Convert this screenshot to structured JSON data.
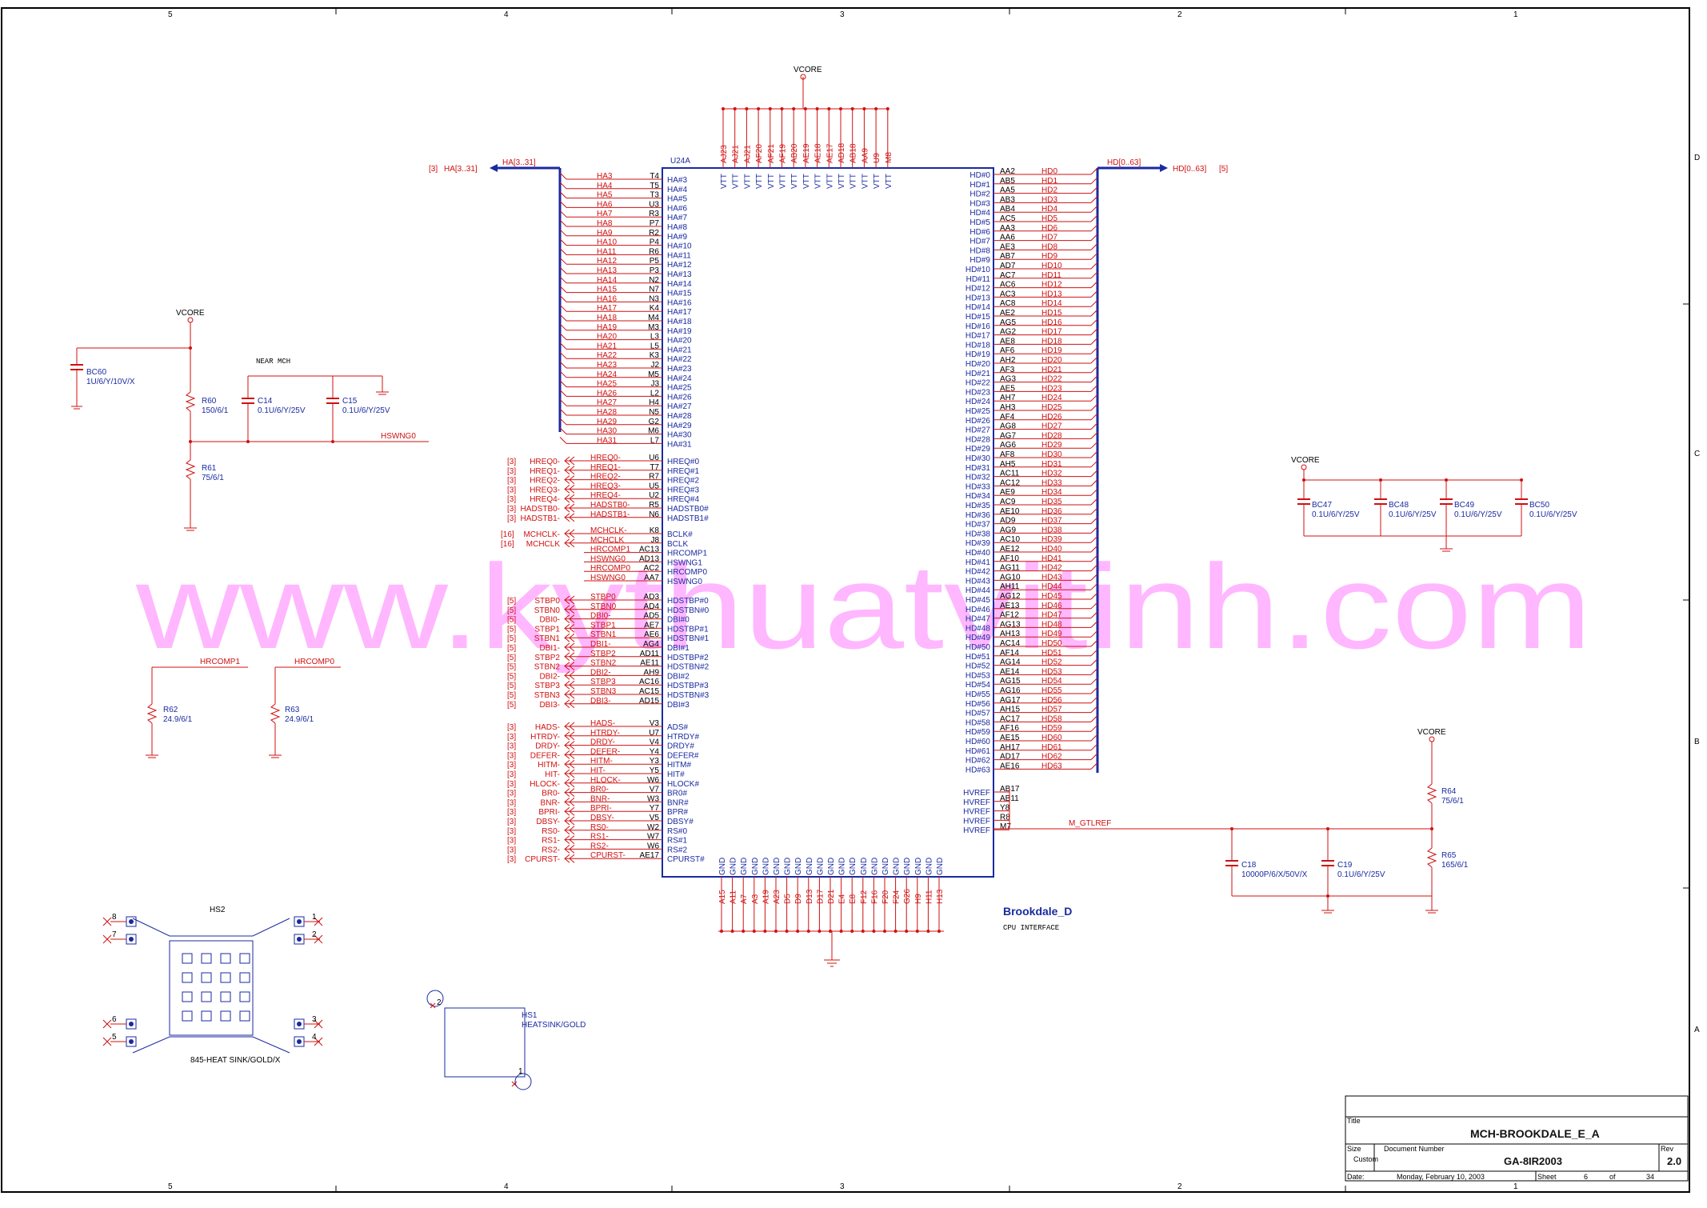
{
  "sheet": {
    "border_zones_top": [
      "5",
      "4",
      "3",
      "2",
      "1"
    ],
    "border_zones_right": [
      "D",
      "C",
      "B",
      "A"
    ],
    "watermark": "www.kythuatvitinh.com"
  },
  "title_block": {
    "title_label": "Title",
    "title": "MCH-BROOKDALE_E_A",
    "size_label": "Size",
    "size": "Custom",
    "doc_label": "Document Number",
    "doc": "GA-8IR2003",
    "rev_label": "Rev",
    "rev": "2.0",
    "date_label": "Date:",
    "date": "Monday, February 10, 2003",
    "sheet_label": "Sheet",
    "sheet_no": "6",
    "of_label": "of",
    "sheet_total": "34"
  },
  "chip": {
    "ref": "U24A",
    "name": "Brookdale_D",
    "desc": "CPU INTERFACE",
    "top_pins": [
      "AJ23",
      "AJ21",
      "AJ21",
      "AF20",
      "AF21",
      "AF19",
      "AB20",
      "AE19",
      "AE18",
      "AE17",
      "AD18",
      "AB18",
      "AA9",
      "U9",
      "M8"
    ],
    "top_net": "VTT",
    "bottom_pins": [
      "A15",
      "A11",
      "A7",
      "A3",
      "A19",
      "A23",
      "D5",
      "D9",
      "D13",
      "D17",
      "D21",
      "E4",
      "E8",
      "F12",
      "F16",
      "F20",
      "F24",
      "G26",
      "H9",
      "H11",
      "H13"
    ],
    "bottom_net": "GND"
  },
  "nets": {
    "vcore": "VCORE",
    "hswng0": "HSWNG0",
    "m_gtlref": "M_GTLREF"
  },
  "bus_left": {
    "ref": "[3]",
    "label": "HA[3..31]",
    "net": "HA[3..31]"
  },
  "bus_right": {
    "ref": "[5]",
    "label": "HD[0..63]",
    "net": "HD[0..63]"
  },
  "ha_pins": [
    {
      "net": "HA3",
      "pin": "T4",
      "name": "HA#3"
    },
    {
      "net": "HA4",
      "pin": "T5",
      "name": "HA#4"
    },
    {
      "net": "HA5",
      "pin": "T3",
      "name": "HA#5"
    },
    {
      "net": "HA6",
      "pin": "U3",
      "name": "HA#6"
    },
    {
      "net": "HA7",
      "pin": "R3",
      "name": "HA#7"
    },
    {
      "net": "HA8",
      "pin": "P7",
      "name": "HA#8"
    },
    {
      "net": "HA9",
      "pin": "R2",
      "name": "HA#9"
    },
    {
      "net": "HA10",
      "pin": "P4",
      "name": "HA#10"
    },
    {
      "net": "HA11",
      "pin": "R6",
      "name": "HA#11"
    },
    {
      "net": "HA12",
      "pin": "P5",
      "name": "HA#12"
    },
    {
      "net": "HA13",
      "pin": "P3",
      "name": "HA#13"
    },
    {
      "net": "HA14",
      "pin": "N2",
      "name": "HA#14"
    },
    {
      "net": "HA15",
      "pin": "N7",
      "name": "HA#15"
    },
    {
      "net": "HA16",
      "pin": "N3",
      "name": "HA#16"
    },
    {
      "net": "HA17",
      "pin": "K4",
      "name": "HA#17"
    },
    {
      "net": "HA18",
      "pin": "M4",
      "name": "HA#18"
    },
    {
      "net": "HA19",
      "pin": "M3",
      "name": "HA#19"
    },
    {
      "net": "HA20",
      "pin": "L3",
      "name": "HA#20"
    },
    {
      "net": "HA21",
      "pin": "L5",
      "name": "HA#21"
    },
    {
      "net": "HA22",
      "pin": "K3",
      "name": "HA#22"
    },
    {
      "net": "HA23",
      "pin": "J2",
      "name": "HA#23"
    },
    {
      "net": "HA24",
      "pin": "M5",
      "name": "HA#24"
    },
    {
      "net": "HA25",
      "pin": "J3",
      "name": "HA#25"
    },
    {
      "net": "HA26",
      "pin": "L2",
      "name": "HA#26"
    },
    {
      "net": "HA27",
      "pin": "H4",
      "name": "HA#27"
    },
    {
      "net": "HA28",
      "pin": "N5",
      "name": "HA#28"
    },
    {
      "net": "HA29",
      "pin": "G2",
      "name": "HA#29"
    },
    {
      "net": "HA30",
      "pin": "M6",
      "name": "HA#30"
    },
    {
      "net": "HA31",
      "pin": "L7",
      "name": "HA#31"
    }
  ],
  "ctrl_groups": [
    [
      {
        "ref": "[3]",
        "sig": "HREQ0-",
        "net": "HREQ0-",
        "pin": "U6",
        "name": "HREQ#0"
      },
      {
        "ref": "[3]",
        "sig": "HREQ1-",
        "net": "HREQ1-",
        "pin": "T7",
        "name": "HREQ#1"
      },
      {
        "ref": "[3]",
        "sig": "HREQ2-",
        "net": "HREQ2-",
        "pin": "R7",
        "name": "HREQ#2"
      },
      {
        "ref": "[3]",
        "sig": "HREQ3-",
        "net": "HREQ3-",
        "pin": "U5",
        "name": "HREQ#3"
      },
      {
        "ref": "[3]",
        "sig": "HREQ4-",
        "net": "HREQ4-",
        "pin": "U2",
        "name": "HREQ#4"
      },
      {
        "ref": "[3]",
        "sig": "HADSTB0-",
        "net": "HADSTB0-",
        "pin": "R5",
        "name": "HADSTB0#"
      },
      {
        "ref": "[3]",
        "sig": "HADSTB1-",
        "net": "HADSTB1-",
        "pin": "N6",
        "name": "HADSTB1#"
      }
    ],
    [
      {
        "ref": "[16]",
        "sig": "MCHCLK-",
        "net": "MCHCLK-",
        "pin": "K8",
        "name": "BCLK#"
      },
      {
        "ref": "[16]",
        "sig": "MCHCLK",
        "net": "MCHCLK",
        "pin": "J8",
        "name": "BCLK"
      },
      {
        "ref": "",
        "sig": "",
        "net": "HRCOMP1",
        "pin": "AC13",
        "name": "HRCOMP1"
      },
      {
        "ref": "",
        "sig": "",
        "net": "HSWNG0",
        "pin": "AD13",
        "name": "HSWNG1"
      },
      {
        "ref": "",
        "sig": "",
        "net": "HRCOMP0",
        "pin": "AC2",
        "name": "HRCOMP0"
      },
      {
        "ref": "",
        "sig": "",
        "net": "HSWNG0",
        "pin": "AA7",
        "name": "HSWNG0"
      }
    ],
    [
      {
        "ref": "[5]",
        "sig": "STBP0",
        "net": "STBP0",
        "pin": "AD3",
        "name": "HDSTBP#0"
      },
      {
        "ref": "[5]",
        "sig": "STBN0",
        "net": "STBN0",
        "pin": "AD4",
        "name": "HDSTBN#0"
      },
      {
        "ref": "[5]",
        "sig": "DBI0-",
        "net": "DBI0-",
        "pin": "AD5",
        "name": "DBI#0"
      },
      {
        "ref": "[5]",
        "sig": "STBP1",
        "net": "STBP1",
        "pin": "AE7",
        "name": "HDSTBP#1"
      },
      {
        "ref": "[5]",
        "sig": "STBN1",
        "net": "STBN1",
        "pin": "AE6",
        "name": "HDSTBN#1"
      },
      {
        "ref": "[5]",
        "sig": "DBI1-",
        "net": "DBI1-",
        "pin": "AG4",
        "name": "DBI#1"
      },
      {
        "ref": "[5]",
        "sig": "STBP2",
        "net": "STBP2",
        "pin": "AD11",
        "name": "HDSTBP#2"
      },
      {
        "ref": "[5]",
        "sig": "STBN2",
        "net": "STBN2",
        "pin": "AE11",
        "name": "HDSTBN#2"
      },
      {
        "ref": "[5]",
        "sig": "DBI2-",
        "net": "DBI2-",
        "pin": "AH9",
        "name": "DBI#2"
      },
      {
        "ref": "[5]",
        "sig": "STBP3",
        "net": "STBP3",
        "pin": "AC16",
        "name": "HDSTBP#3"
      },
      {
        "ref": "[5]",
        "sig": "STBN3",
        "net": "STBN3",
        "pin": "AC15",
        "name": "HDSTBN#3"
      },
      {
        "ref": "[5]",
        "sig": "DBI3-",
        "net": "DBI3-",
        "pin": "AD15",
        "name": "DBI#3"
      }
    ],
    [
      {
        "ref": "[3]",
        "sig": "HADS-",
        "net": "HADS-",
        "pin": "V3",
        "name": "ADS#"
      },
      {
        "ref": "[3]",
        "sig": "HTRDY-",
        "net": "HTRDY-",
        "pin": "U7",
        "name": "HTRDY#"
      },
      {
        "ref": "[3]",
        "sig": "DRDY-",
        "net": "DRDY-",
        "pin": "V4",
        "name": "DRDY#"
      },
      {
        "ref": "[3]",
        "sig": "DEFER-",
        "net": "DEFER-",
        "pin": "Y4",
        "name": "DEFER#"
      },
      {
        "ref": "[3]",
        "sig": "HITM-",
        "net": "HITM-",
        "pin": "Y3",
        "name": "HITM#"
      },
      {
        "ref": "[3]",
        "sig": "HIT-",
        "net": "HIT-",
        "pin": "Y5",
        "name": "HIT#"
      },
      {
        "ref": "[3]",
        "sig": "HLOCK-",
        "net": "HLOCK-",
        "pin": "W6",
        "name": "HLOCK#"
      },
      {
        "ref": "[3]",
        "sig": "BR0-",
        "net": "BR0-",
        "pin": "V7",
        "name": "BR0#"
      },
      {
        "ref": "[3]",
        "sig": "BNR-",
        "net": "BNR-",
        "pin": "W3",
        "name": "BNR#"
      },
      {
        "ref": "[3]",
        "sig": "BPRI-",
        "net": "BPRI-",
        "pin": "Y7",
        "name": "BPR#"
      },
      {
        "ref": "[3]",
        "sig": "DBSY-",
        "net": "DBSY-",
        "pin": "V5",
        "name": "DBSY#"
      },
      {
        "ref": "[3]",
        "sig": "RS0-",
        "net": "RS0-",
        "pin": "W2",
        "name": "RS#0"
      },
      {
        "ref": "[3]",
        "sig": "RS1-",
        "net": "RS1-",
        "pin": "W7",
        "name": "RS#1"
      },
      {
        "ref": "[3]",
        "sig": "RS2-",
        "net": "RS2-",
        "pin": "W6",
        "name": "RS#2"
      },
      {
        "ref": "[3]",
        "sig": "CPURST-",
        "net": "CPURST-",
        "pin": "AE17",
        "name": "CPURST#"
      }
    ]
  ],
  "hd_pins": [
    {
      "name": "HD#0",
      "pin": "AA2",
      "net": "HD0"
    },
    {
      "name": "HD#1",
      "pin": "AB5",
      "net": "HD1"
    },
    {
      "name": "HD#2",
      "pin": "AA5",
      "net": "HD2"
    },
    {
      "name": "HD#3",
      "pin": "AB3",
      "net": "HD3"
    },
    {
      "name": "HD#4",
      "pin": "AB4",
      "net": "HD4"
    },
    {
      "name": "HD#5",
      "pin": "AC5",
      "net": "HD5"
    },
    {
      "name": "HD#6",
      "pin": "AA3",
      "net": "HD6"
    },
    {
      "name": "HD#7",
      "pin": "AA6",
      "net": "HD7"
    },
    {
      "name": "HD#8",
      "pin": "AE3",
      "net": "HD8"
    },
    {
      "name": "HD#9",
      "pin": "AB7",
      "net": "HD9"
    },
    {
      "name": "HD#10",
      "pin": "AD7",
      "net": "HD10"
    },
    {
      "name": "HD#11",
      "pin": "AC7",
      "net": "HD11"
    },
    {
      "name": "HD#12",
      "pin": "AC6",
      "net": "HD12"
    },
    {
      "name": "HD#13",
      "pin": "AC3",
      "net": "HD13"
    },
    {
      "name": "HD#14",
      "pin": "AC8",
      "net": "HD14"
    },
    {
      "name": "HD#15",
      "pin": "AE2",
      "net": "HD15"
    },
    {
      "name": "HD#16",
      "pin": "AG5",
      "net": "HD16"
    },
    {
      "name": "HD#17",
      "pin": "AG2",
      "net": "HD17"
    },
    {
      "name": "HD#18",
      "pin": "AE8",
      "net": "HD18"
    },
    {
      "name": "HD#19",
      "pin": "AF6",
      "net": "HD19"
    },
    {
      "name": "HD#20",
      "pin": "AH2",
      "net": "HD20"
    },
    {
      "name": "HD#21",
      "pin": "AF3",
      "net": "HD21"
    },
    {
      "name": "HD#22",
      "pin": "AG3",
      "net": "HD22"
    },
    {
      "name": "HD#23",
      "pin": "AE5",
      "net": "HD23"
    },
    {
      "name": "HD#24",
      "pin": "AH7",
      "net": "HD24"
    },
    {
      "name": "HD#25",
      "pin": "AH3",
      "net": "HD25"
    },
    {
      "name": "HD#26",
      "pin": "AF4",
      "net": "HD26"
    },
    {
      "name": "HD#27",
      "pin": "AG8",
      "net": "HD27"
    },
    {
      "name": "HD#28",
      "pin": "AG7",
      "net": "HD28"
    },
    {
      "name": "HD#29",
      "pin": "AG6",
      "net": "HD29"
    },
    {
      "name": "HD#30",
      "pin": "AF8",
      "net": "HD30"
    },
    {
      "name": "HD#31",
      "pin": "AH5",
      "net": "HD31"
    },
    {
      "name": "HD#32",
      "pin": "AC11",
      "net": "HD32"
    },
    {
      "name": "HD#33",
      "pin": "AC12",
      "net": "HD33"
    },
    {
      "name": "HD#34",
      "pin": "AE9",
      "net": "HD34"
    },
    {
      "name": "HD#35",
      "pin": "AC9",
      "net": "HD35"
    },
    {
      "name": "HD#36",
      "pin": "AE10",
      "net": "HD36"
    },
    {
      "name": "HD#37",
      "pin": "AD9",
      "net": "HD37"
    },
    {
      "name": "HD#38",
      "pin": "AG9",
      "net": "HD38"
    },
    {
      "name": "HD#39",
      "pin": "AC10",
      "net": "HD39"
    },
    {
      "name": "HD#40",
      "pin": "AE12",
      "net": "HD40"
    },
    {
      "name": "HD#41",
      "pin": "AF10",
      "net": "HD41"
    },
    {
      "name": "HD#42",
      "pin": "AG11",
      "net": "HD42"
    },
    {
      "name": "HD#43",
      "pin": "AG10",
      "net": "HD43"
    },
    {
      "name": "HD#44",
      "pin": "AH11",
      "net": "HD44"
    },
    {
      "name": "HD#45",
      "pin": "AG12",
      "net": "HD45"
    },
    {
      "name": "HD#46",
      "pin": "AE13",
      "net": "HD46"
    },
    {
      "name": "HD#47",
      "pin": "AF12",
      "net": "HD47"
    },
    {
      "name": "HD#48",
      "pin": "AG13",
      "net": "HD48"
    },
    {
      "name": "HD#49",
      "pin": "AH13",
      "net": "HD49"
    },
    {
      "name": "HD#50",
      "pin": "AC14",
      "net": "HD50"
    },
    {
      "name": "HD#51",
      "pin": "AF14",
      "net": "HD51"
    },
    {
      "name": "HD#52",
      "pin": "AG14",
      "net": "HD52"
    },
    {
      "name": "HD#53",
      "pin": "AE14",
      "net": "HD53"
    },
    {
      "name": "HD#54",
      "pin": "AG15",
      "net": "HD54"
    },
    {
      "name": "HD#55",
      "pin": "AG16",
      "net": "HD55"
    },
    {
      "name": "HD#56",
      "pin": "AG17",
      "net": "HD56"
    },
    {
      "name": "HD#57",
      "pin": "AH15",
      "net": "HD57"
    },
    {
      "name": "HD#58",
      "pin": "AC17",
      "net": "HD58"
    },
    {
      "name": "HD#59",
      "pin": "AF16",
      "net": "HD59"
    },
    {
      "name": "HD#60",
      "pin": "AE15",
      "net": "HD60"
    },
    {
      "name": "HD#61",
      "pin": "AH17",
      "net": "HD61"
    },
    {
      "name": "HD#62",
      "pin": "AD17",
      "net": "HD62"
    },
    {
      "name": "HD#63",
      "pin": "AE16",
      "net": "HD63"
    }
  ],
  "hvref_pins": [
    {
      "name": "HVREF",
      "pin": "AB17"
    },
    {
      "name": "HVREF",
      "pin": "AB11"
    },
    {
      "name": "HVREF",
      "pin": "Y8"
    },
    {
      "name": "HVREF",
      "pin": "R8"
    },
    {
      "name": "HVREF",
      "pin": "M7"
    }
  ],
  "components": {
    "bc60": {
      "ref": "BC60",
      "val": "1U/6/Y/10V/X"
    },
    "r60": {
      "ref": "R60",
      "val": "150/6/1"
    },
    "r61": {
      "ref": "R61",
      "val": "75/6/1"
    },
    "c14": {
      "ref": "C14",
      "val": "0.1U/6/Y/25V"
    },
    "c15": {
      "ref": "C15",
      "val": "0.1U/6/Y/25V"
    },
    "near_mch": "NEAR MCH",
    "r62": {
      "ref": "R62",
      "val": "24.9/6/1"
    },
    "r63": {
      "ref": "R63",
      "val": "24.9/6/1"
    },
    "hrcomp1": "HRCOMP1",
    "hrcomp0": "HRCOMP0",
    "bc47": {
      "ref": "BC47",
      "val": "0.1U/6/Y/25V"
    },
    "bc48": {
      "ref": "BC48",
      "val": "0.1U/6/Y/25V"
    },
    "bc49": {
      "ref": "BC49",
      "val": "0.1U/6/Y/25V"
    },
    "bc50": {
      "ref": "BC50",
      "val": "0.1U/6/Y/25V"
    },
    "r64": {
      "ref": "R64",
      "val": "75/6/1"
    },
    "r65": {
      "ref": "R65",
      "val": "165/6/1"
    },
    "c18": {
      "ref": "C18",
      "val": "10000P/6/X/50V/X"
    },
    "c19": {
      "ref": "C19",
      "val": "0.1U/6/Y/25V"
    },
    "hs2": {
      "ref": "HS2",
      "val": "845-HEAT SINK/GOLD/X",
      "pins": [
        "8",
        "7",
        "1",
        "2",
        "6",
        "5",
        "3",
        "4"
      ]
    },
    "hs1": {
      "ref": "HS1",
      "val": "HEATSINK/GOLD",
      "pins": [
        "2",
        "1"
      ]
    }
  }
}
